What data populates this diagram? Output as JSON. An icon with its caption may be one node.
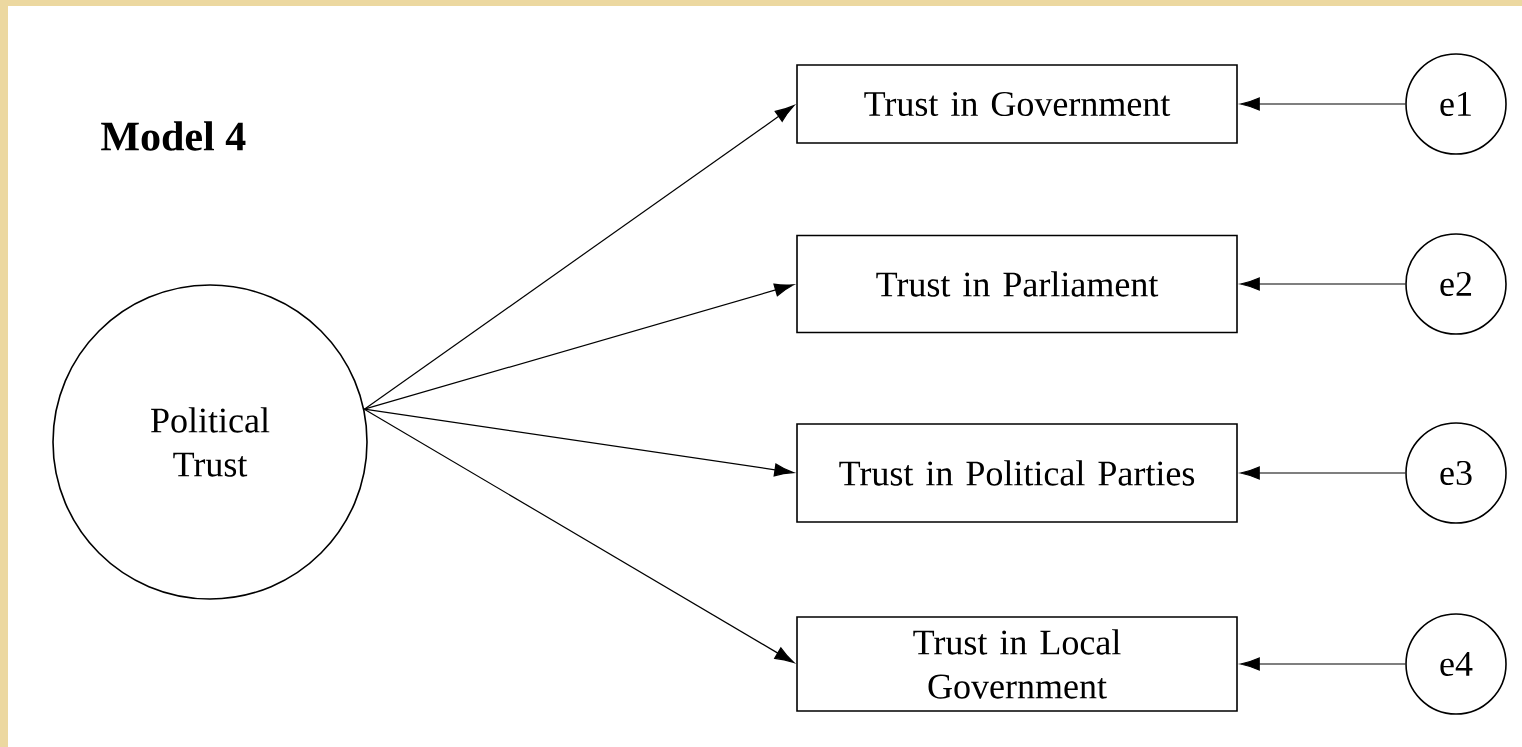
{
  "diagram": {
    "title": "Model 4",
    "nodes": [
      {
        "text": [
          "Political Trust"
        ]
      },
      {
        "text": [
          "Trust in Government"
        ]
      },
      {
        "text": [
          "Trust in Parliament"
        ]
      },
      {
        "text": [
          "Trust in Political Parties"
        ]
      },
      {
        "text": [
          "Trust in Local Government"
        ]
      },
      {
        "text": [
          "e1"
        ]
      },
      {
        "text": [
          "e2"
        ]
      },
      {
        "text": [
          "e3"
        ]
      },
      {
        "text": [
          "e4"
        ]
      }
    ],
    "edges": [
      {
        "from": 0,
        "to": 1,
        "arrow": "to"
      },
      {
        "from": 0,
        "to": 2,
        "arrow": "to"
      },
      {
        "from": 0,
        "to": 3,
        "arrow": "to"
      },
      {
        "from": 0,
        "to": 4,
        "arrow": "to"
      },
      {
        "from": 5,
        "to": 1,
        "arrow": "to"
      },
      {
        "from": 6,
        "to": 2,
        "arrow": "to"
      },
      {
        "from": 7,
        "to": 3,
        "arrow": "to"
      },
      {
        "from": 8,
        "to": 4,
        "arrow": "to"
      }
    ]
  }
}
